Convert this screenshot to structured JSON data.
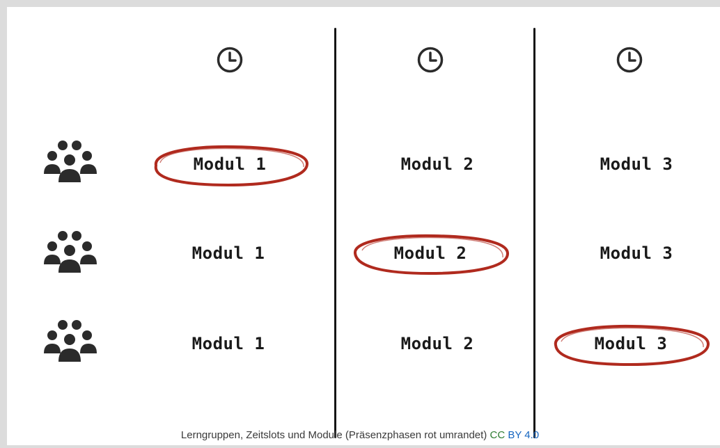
{
  "colors": {
    "ellipse": "#b02a1e",
    "icon": "#2b2b2b",
    "cc": "#2e7d32",
    "by": "#1565c0"
  },
  "icons": {
    "timeslot": "clock-icon",
    "group": "group-icon"
  },
  "rows": [
    {
      "cells": [
        {
          "label": "Modul 1",
          "highlighted": true
        },
        {
          "label": "Modul 2",
          "highlighted": false
        },
        {
          "label": "Modul 3",
          "highlighted": false
        }
      ]
    },
    {
      "cells": [
        {
          "label": "Modul 1",
          "highlighted": false
        },
        {
          "label": "Modul 2",
          "highlighted": true
        },
        {
          "label": "Modul 3",
          "highlighted": false
        }
      ]
    },
    {
      "cells": [
        {
          "label": "Modul 1",
          "highlighted": false
        },
        {
          "label": "Modul 2",
          "highlighted": false
        },
        {
          "label": "Modul 3",
          "highlighted": true
        }
      ]
    }
  ],
  "caption": {
    "text": "Lerngruppen, Zeitslots und Module (Präsenzphasen rot umrandet)",
    "license_cc": "CC",
    "license_by": "BY 4.0"
  }
}
